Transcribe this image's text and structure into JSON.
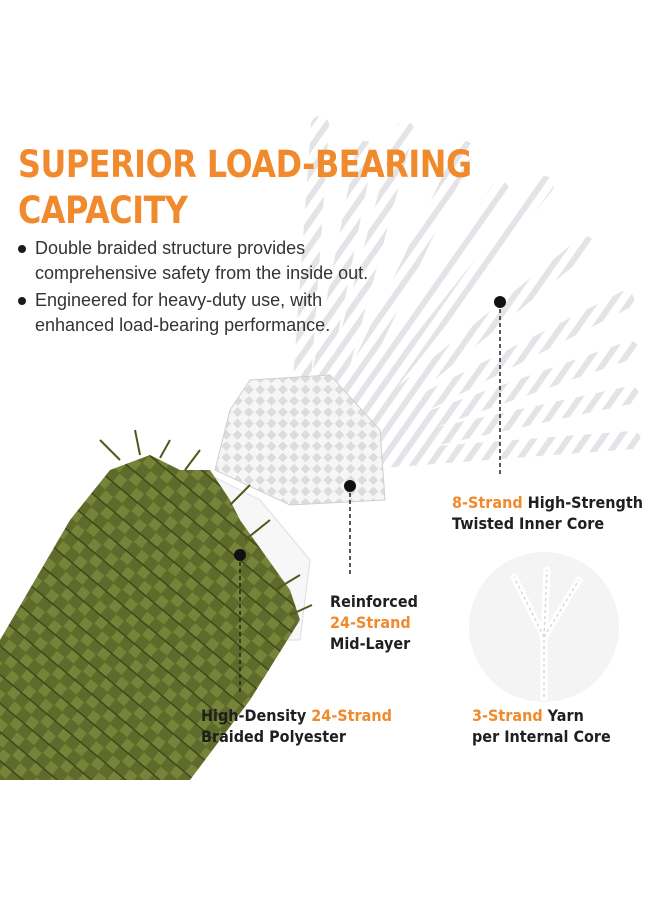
{
  "headline": {
    "line1": "SUPERIOR LOAD-BEARING",
    "line2": "CAPACITY"
  },
  "bullets": [
    {
      "line1": "Double braided structure provides",
      "line2": "comprehensive safety from the inside out."
    },
    {
      "line1": "Engineered for heavy-duty use, with",
      "line2": "enhanced load-bearing performance."
    }
  ],
  "callouts": {
    "inner_core": {
      "highlight": "8-Strand",
      "rest": " High-Strength",
      "line2": "Twisted Inner Core"
    },
    "mid_layer": {
      "line1": "Reinforced",
      "highlight": "24-Strand",
      "line3": "Mid-Layer"
    },
    "outer": {
      "plain": "High-Density ",
      "highlight": "24-Strand",
      "line2": "Braided Polyester"
    },
    "yarn": {
      "highlight": "3-Strand",
      "rest": " Yarn",
      "line2": "per Internal Core"
    }
  },
  "colors": {
    "accent": "#f08a2c",
    "rope_green": "#5f6b2a",
    "text_dark": "#1f1f1f"
  }
}
